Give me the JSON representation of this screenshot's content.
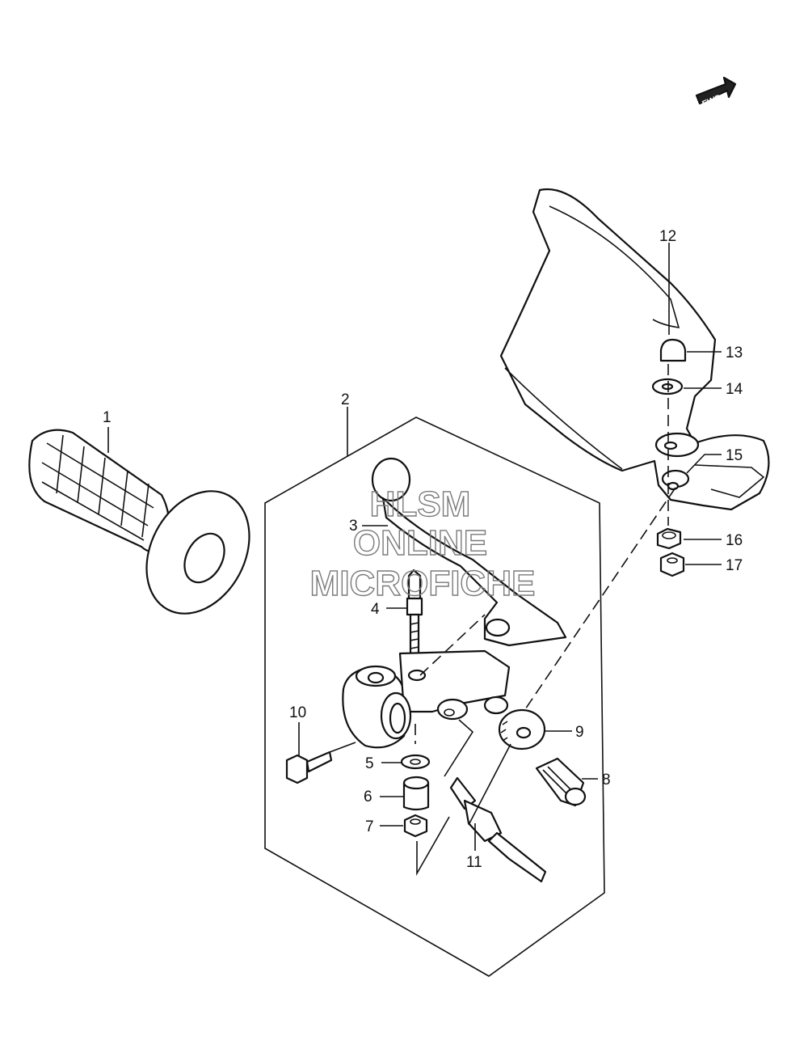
{
  "diagram": {
    "fwd_label": "FWD",
    "watermark": {
      "line1": "HLSM",
      "line2": "ONLINE",
      "line3": "MICROFICHE"
    },
    "callouts": {
      "p1": "1",
      "p2": "2",
      "p3": "3",
      "p4": "4",
      "p5": "5",
      "p6": "6",
      "p7": "7",
      "p8": "8",
      "p9": "9",
      "p10": "10",
      "p11": "11",
      "p12": "12",
      "p13": "13",
      "p14": "14",
      "p15": "15",
      "p16": "16",
      "p17": "17"
    },
    "colors": {
      "line": "#111111",
      "watermark": "#7a7a7a",
      "background": "#ffffff"
    }
  }
}
